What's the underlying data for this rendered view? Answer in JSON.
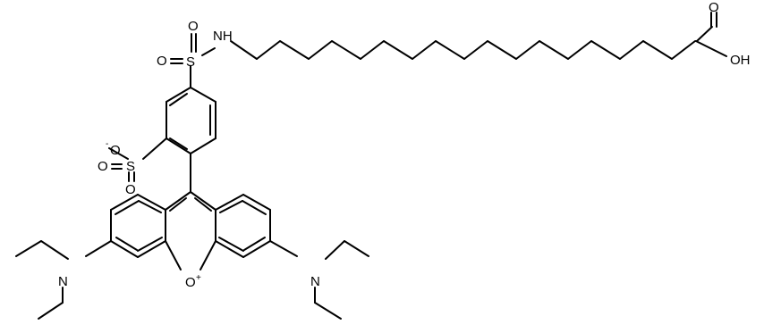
{
  "figure": {
    "kind": "chemical-structure",
    "line_color": "#000000",
    "background": "#ffffff"
  },
  "labels": {
    "carboxyl_O_top": "O",
    "carboxyl_OH": "OH",
    "sulfonamide_NH": "NH",
    "sulfonamide_S": "S",
    "sulfonamide_O_left": "O",
    "sulfonamide_O_bottom": "O",
    "sulfonate_O_minus": "O",
    "sulfonate_O_minus_charge": "-",
    "sulfonate_S": "S",
    "sulfonate_O_bottom": "O",
    "left_N": "N",
    "right_N": "N",
    "ring_O_plus": "O",
    "ring_O_plus_charge": "+"
  }
}
